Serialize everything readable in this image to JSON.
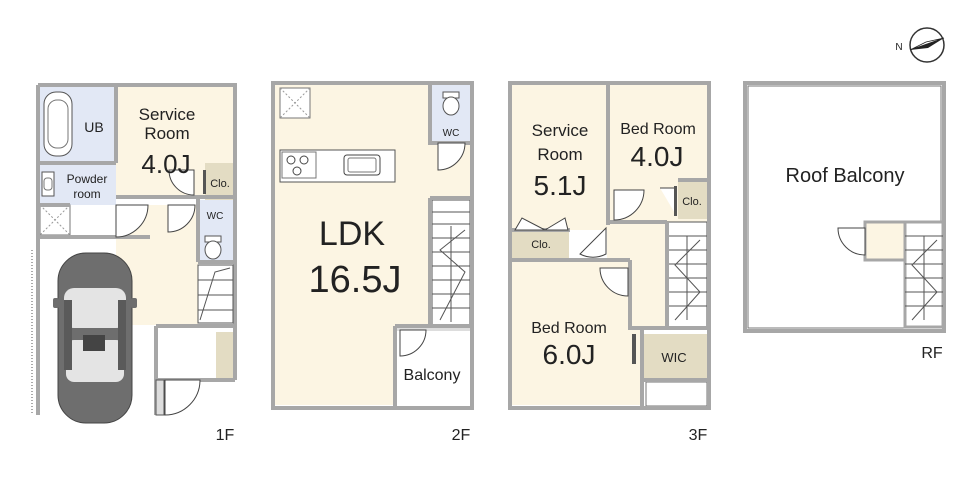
{
  "floor_1": {
    "label": "1F",
    "ub": "UB",
    "service_room": {
      "name_line1": "Service",
      "name_line2": "Room",
      "size": "4.0J"
    },
    "closet": "Clo.",
    "powder_room": {
      "line1": "Powder",
      "line2": "room"
    },
    "wc": "WC"
  },
  "floor_2": {
    "label": "2F",
    "wc": "WC",
    "ldk": {
      "name": "LDK",
      "size": "16.5J"
    },
    "balcony": "Balcony"
  },
  "floor_3": {
    "label": "3F",
    "service_room": {
      "name_line1": "Service",
      "name_line2": "Room",
      "size": "5.1J"
    },
    "bed_room_1": {
      "name": "Bed Room",
      "size": "4.0J"
    },
    "closet_1": "Clo.",
    "closet_2": "Clo.",
    "bed_room_2": {
      "name": "Bed Room",
      "size": "6.0J"
    },
    "wic": "WIC"
  },
  "floor_roof": {
    "label": "RF",
    "roof_balcony": "Roof Balcony"
  },
  "compass": {
    "north": "N"
  },
  "colors": {
    "room_fill": "#fcf5e3",
    "wet_fill": "#e2e8f5",
    "storage_fill": "#e3dcc3",
    "wall": "#a7a7a7",
    "car": "#6e6e6e"
  }
}
